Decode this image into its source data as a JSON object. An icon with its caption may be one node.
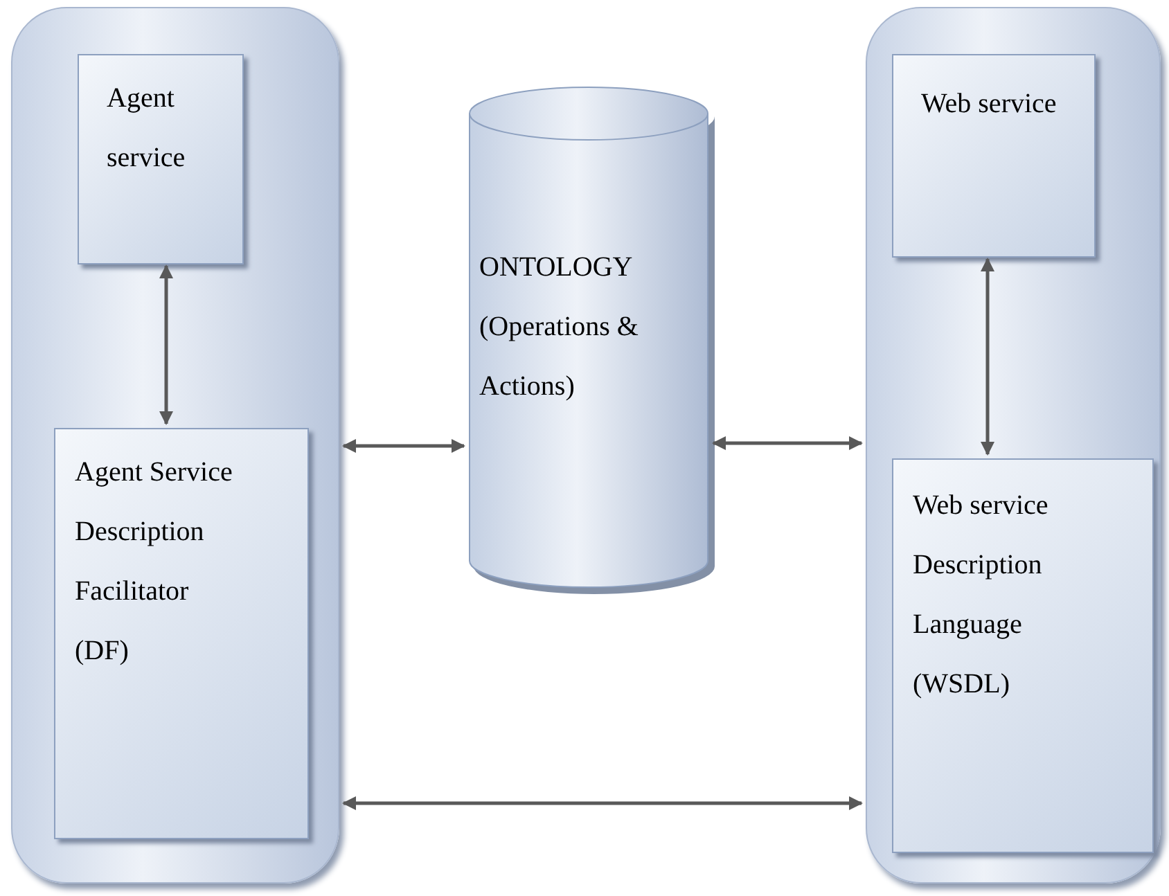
{
  "diagram": {
    "nodes": [
      {
        "text": [],
        "shape": "box"
      },
      {
        "text": [
          "Agent service"
        ],
        "in": 0
      },
      {
        "text": [
          "Agent Service Description Facilitator (DF)"
        ],
        "in": 0
      },
      {
        "text": [
          "ONTOLOGY (Operations & Actions)"
        ]
      },
      {
        "text": [],
        "shape": "box"
      },
      {
        "text": [
          "Web service"
        ],
        "in": 4
      },
      {
        "text": [
          "Web service Description Language (WSDL)"
        ],
        "in": 4
      }
    ],
    "edges": [
      {
        "from": 1,
        "to": 2,
        "arrow": "both"
      },
      {
        "from": 0,
        "to": 3,
        "arrow": "both"
      },
      {
        "from": 3,
        "to": 4,
        "arrow": "both"
      },
      {
        "from": 5,
        "to": 6,
        "arrow": "both"
      },
      {
        "from": 0,
        "to": 4,
        "arrow": "both"
      }
    ]
  }
}
